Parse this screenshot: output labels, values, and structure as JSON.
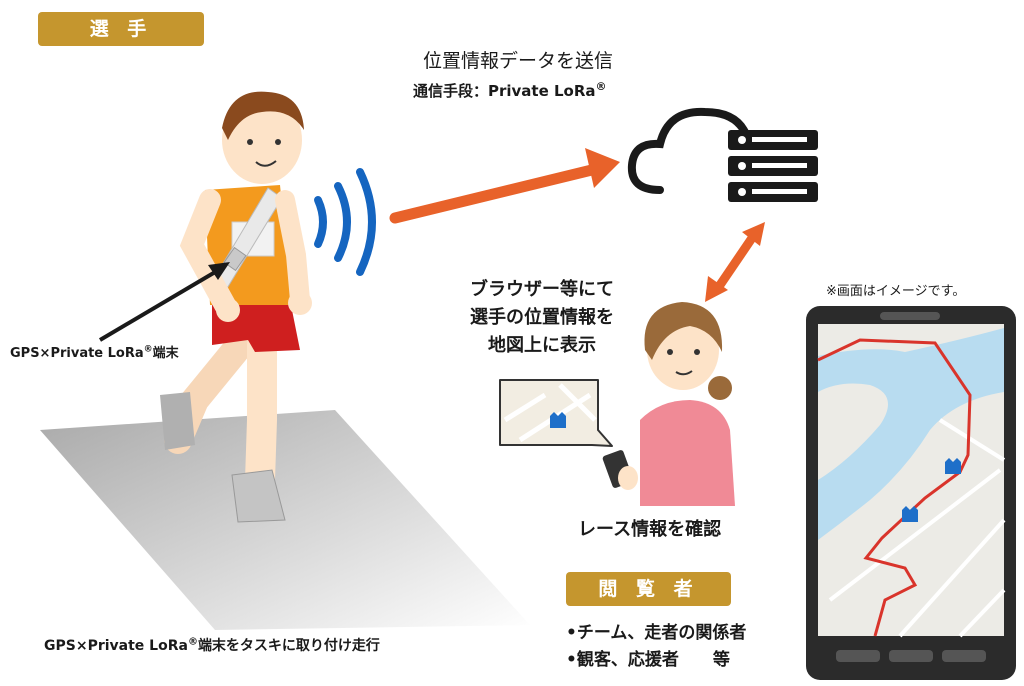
{
  "runner_badge": "選 手",
  "send_title": "位置情報データを送信",
  "comm_method": "通信手段：Private LoRa",
  "comm_reg": "®",
  "device_label": "GPS×Private LoRa",
  "device_label_reg": "®",
  "device_label_tail": "端末",
  "browser_text": [
    "ブラウザー等にて",
    "選手の位置情報を",
    "地図上に表示"
  ],
  "race_info": "レース情報を確認",
  "image_note": "※画面はイメージです。",
  "viewer_badge": "閲 覧 者",
  "viewers": [
    "•チーム、走者の関係者",
    "•観客、応援者　　等"
  ],
  "caption_main": "GPS×Private LoRa",
  "caption_reg": "®",
  "caption_tail": "端末をタスキに取り付け走行",
  "colors": {
    "gold": "#c5962e",
    "arrow": "#e8622a",
    "signal": "#1565c0",
    "route": "#d9342b"
  },
  "icons": [
    "cloud-server-icon",
    "signal-waves-icon",
    "map-pin-icon",
    "smartphone-icon"
  ]
}
